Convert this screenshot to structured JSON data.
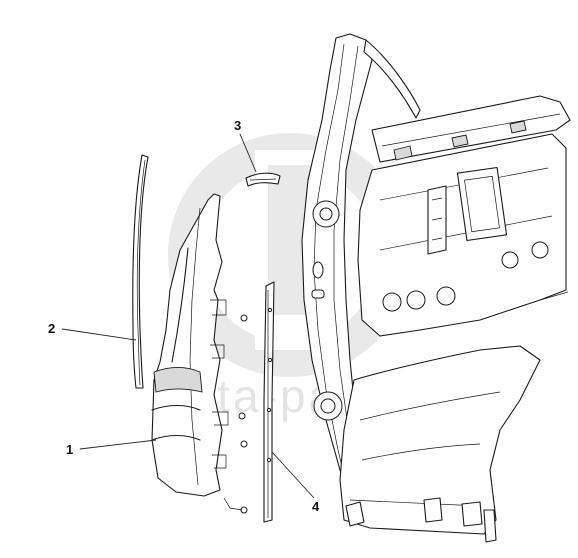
{
  "callouts": [
    {
      "id": "1",
      "label": "1"
    },
    {
      "id": "2",
      "label": "2"
    },
    {
      "id": "3",
      "label": "3"
    },
    {
      "id": "4",
      "label": "4"
    }
  ],
  "watermark": {
    "text": "data-parts",
    "color": "#cccccc"
  },
  "colors": {
    "line": "#1a1a1a",
    "fill": "#ffffff",
    "shade": "#d9d9d9"
  }
}
